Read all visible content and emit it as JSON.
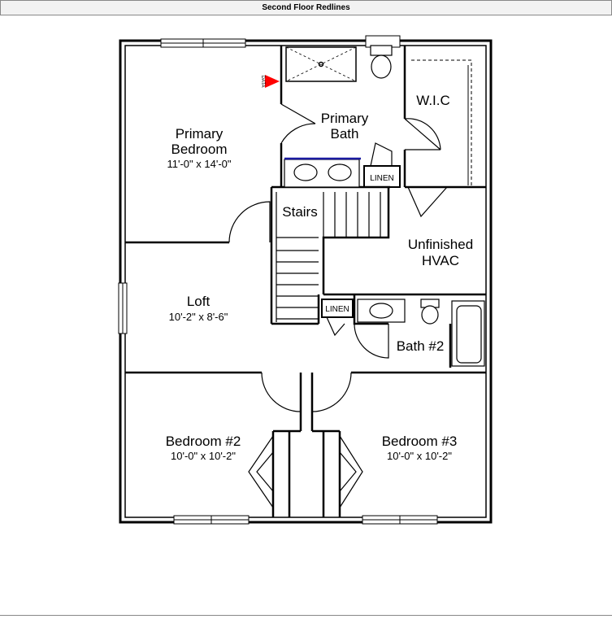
{
  "header": {
    "title": "Second Floor Redlines"
  },
  "rooms": {
    "primary_bedroom": {
      "name_line1": "Primary",
      "name_line2": "Bedroom",
      "dims": "11'-0\" x 14'-0\""
    },
    "primary_bath": {
      "name_line1": "Primary",
      "name_line2": "Bath"
    },
    "wic": {
      "name": "W.I.C"
    },
    "linen_upper": {
      "name": "LINEN"
    },
    "stairs": {
      "name": "Stairs"
    },
    "unfinished_hvac": {
      "name_line1": "Unfinished",
      "name_line2": "HVAC"
    },
    "loft": {
      "name": "Loft",
      "dims": "10'-2\" x 8'-6\""
    },
    "linen_lower": {
      "name": "LINEN"
    },
    "bath2": {
      "name": "Bath #2"
    },
    "bedroom2": {
      "name": "Bedroom #2",
      "dims": "10'-0\" x 10'-2\""
    },
    "bedroom3": {
      "name": "Bedroom #3",
      "dims": "10'-0\" x 10'-2\""
    }
  },
  "markers": {
    "data_marker": {
      "label": "DATA",
      "color": "#ff0000"
    }
  },
  "colors": {
    "wall": "#000000",
    "vanity_line": "#1a1aa0"
  }
}
